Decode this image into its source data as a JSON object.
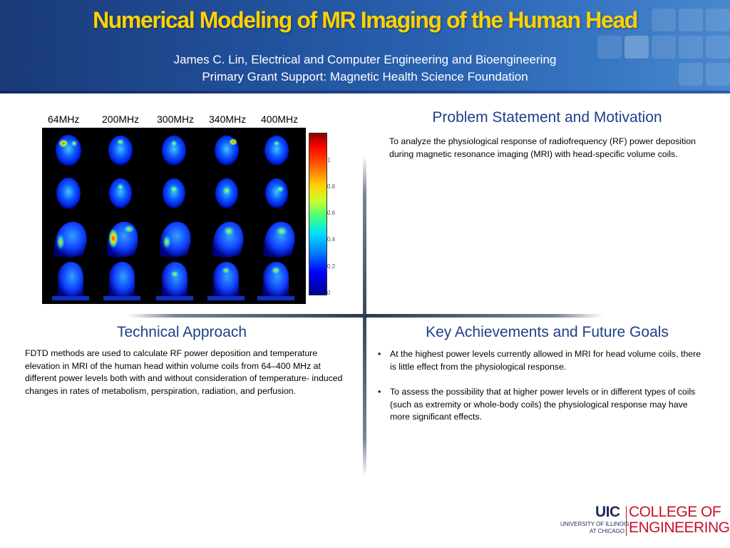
{
  "header": {
    "title": "Numerical Modeling of MR Imaging of the Human Head",
    "subtitle_line1": "James C. Lin, Electrical and Computer Engineering and Bioengineering",
    "subtitle_line2": "Primary Grant Support: Magnetic Health Science Foundation"
  },
  "figure": {
    "frequencies": [
      "64MHz",
      "200MHz",
      "300MHz",
      "340MHz",
      "400MHz"
    ],
    "colorbar_ticks": [
      "1",
      "0.8",
      "0.6",
      "0.4",
      "0.2",
      "0"
    ]
  },
  "problem": {
    "title": "Problem Statement and Motivation",
    "body": "To analyze the physiological response of radiofrequency (RF) power deposition during magnetic resonance imaging (MRI) with head-specific volume coils."
  },
  "technical": {
    "title": "Technical Approach",
    "body": "FDTD methods are used to calculate RF power deposition and temperature elevation in MRI of the human head within volume coils from 64–400 MHz at different power levels both with and without consideration of temperature- induced changes in rates of metabolism, perspiration, radiation, and perfusion."
  },
  "achievements": {
    "title": "Key Achievements and Future Goals",
    "bullet_symbol": "•",
    "items": [
      "At the highest power levels currently allowed in MRI for head volume coils, there is little effect from the physiological response.",
      "To assess the possibility that at higher power levels or in different types of coils (such as extremity or whole-body coils) the physiological response may have more significant effects."
    ]
  },
  "logo": {
    "uic": "UIC",
    "college_line1": "COLLEGE OF",
    "college_line2": "ENGINEERING",
    "university_line1": "UNIVERSITY OF ILLINOIS",
    "university_line2": "AT CHICAGO"
  },
  "colors": {
    "title": "#ffd200",
    "heading": "#1f3f8a",
    "brand_red": "#c8102e",
    "brand_navy": "#1f2a5a"
  }
}
